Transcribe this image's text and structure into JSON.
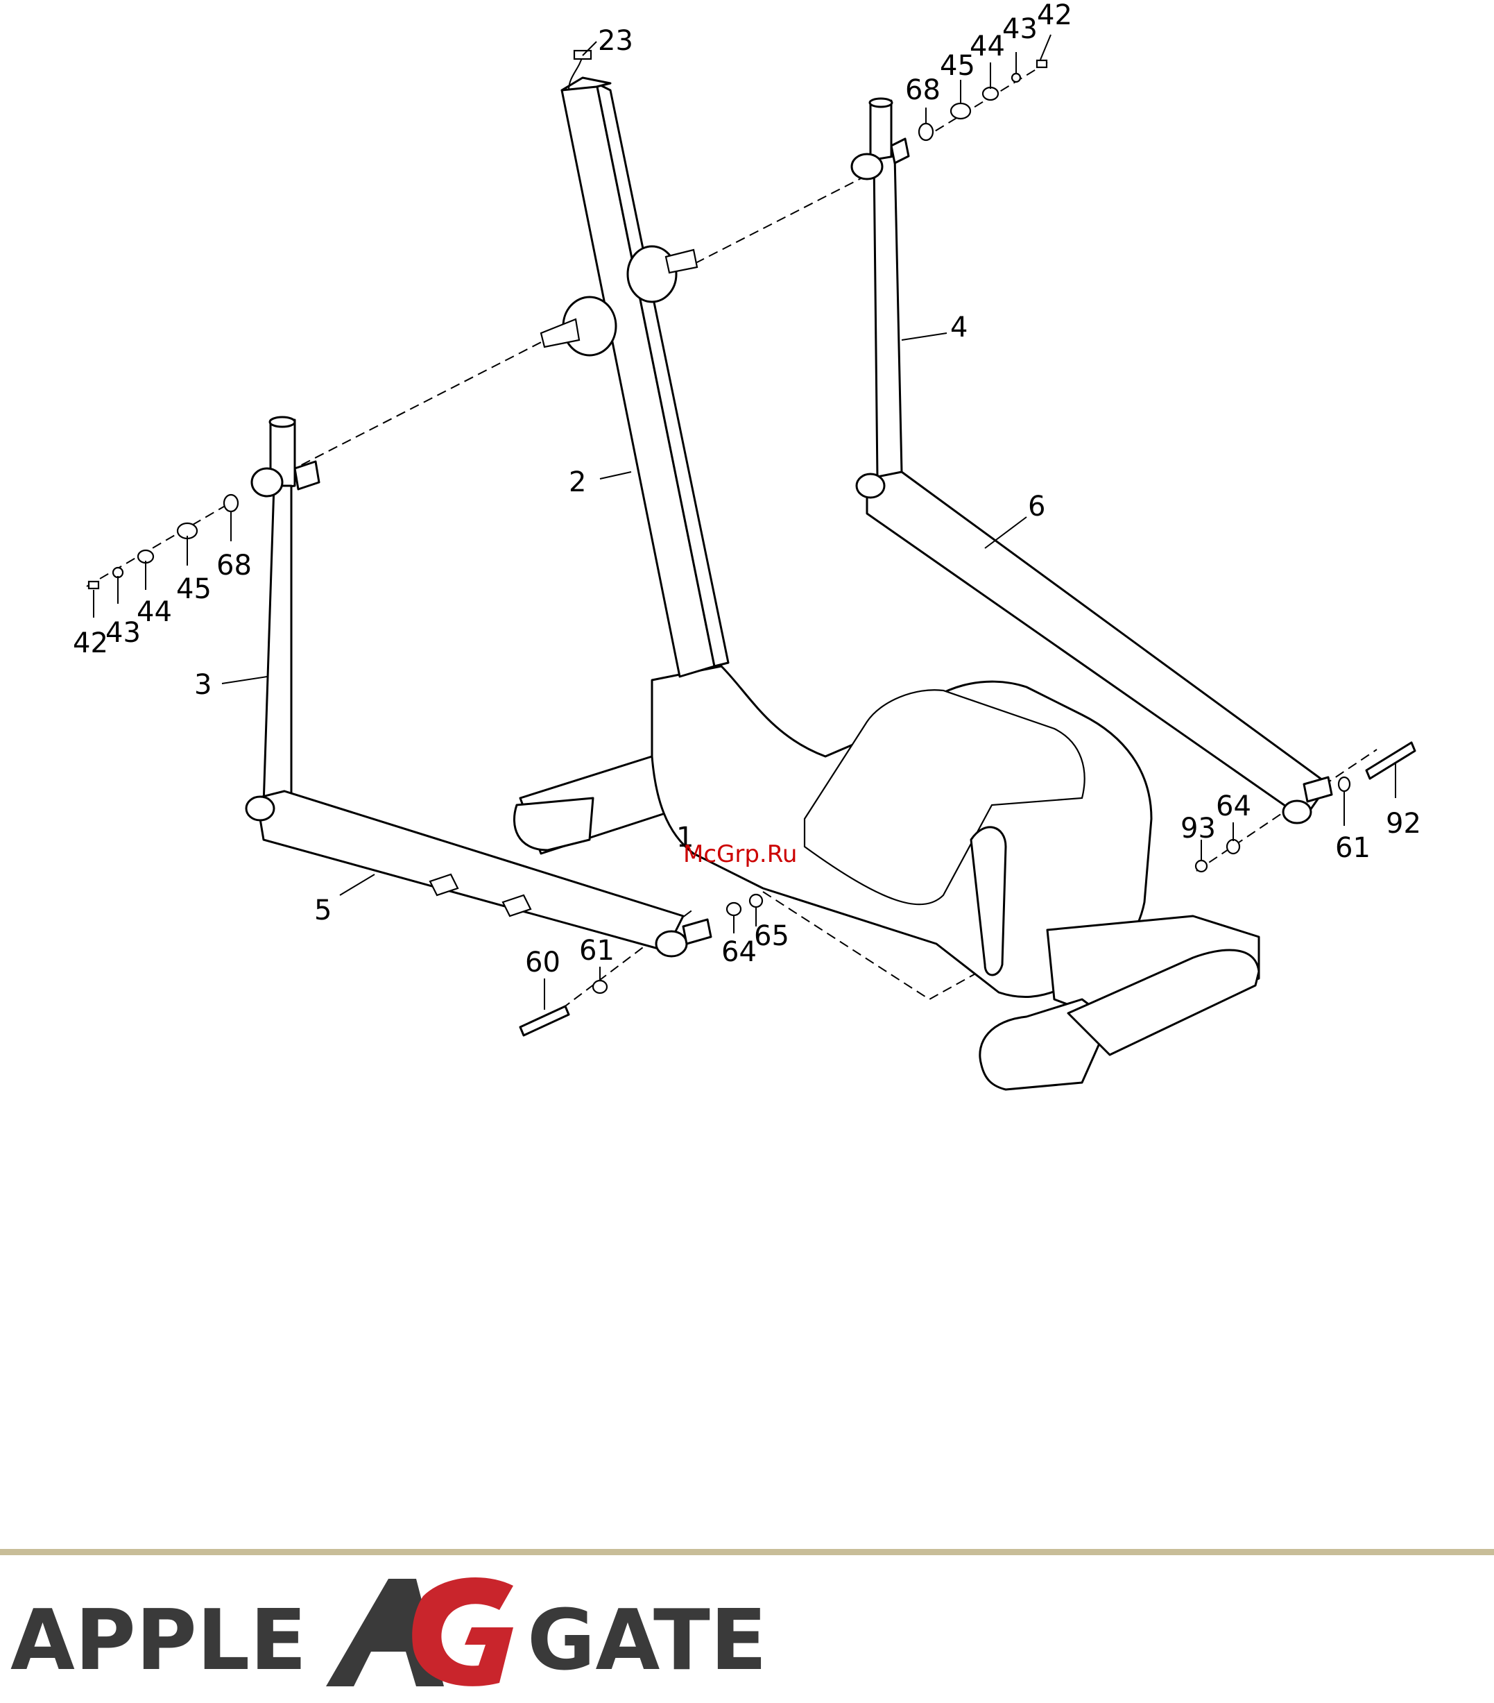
{
  "diagram": {
    "labels": [
      "23",
      "42",
      "43",
      "44",
      "45",
      "68",
      "4",
      "2",
      "6",
      "68",
      "45",
      "44",
      "42",
      "43",
      "3",
      "1",
      "64",
      "93",
      "92",
      "61",
      "5",
      "64",
      "65",
      "60",
      "61"
    ],
    "watermark": "McGrp.Ru"
  },
  "footer": {
    "rule_color": "#c8bd98",
    "logo_left": "APPLE",
    "logo_right": "GATE",
    "logo_text_color": "#3a3a3a",
    "logo_accent_color": "#c9252c"
  }
}
